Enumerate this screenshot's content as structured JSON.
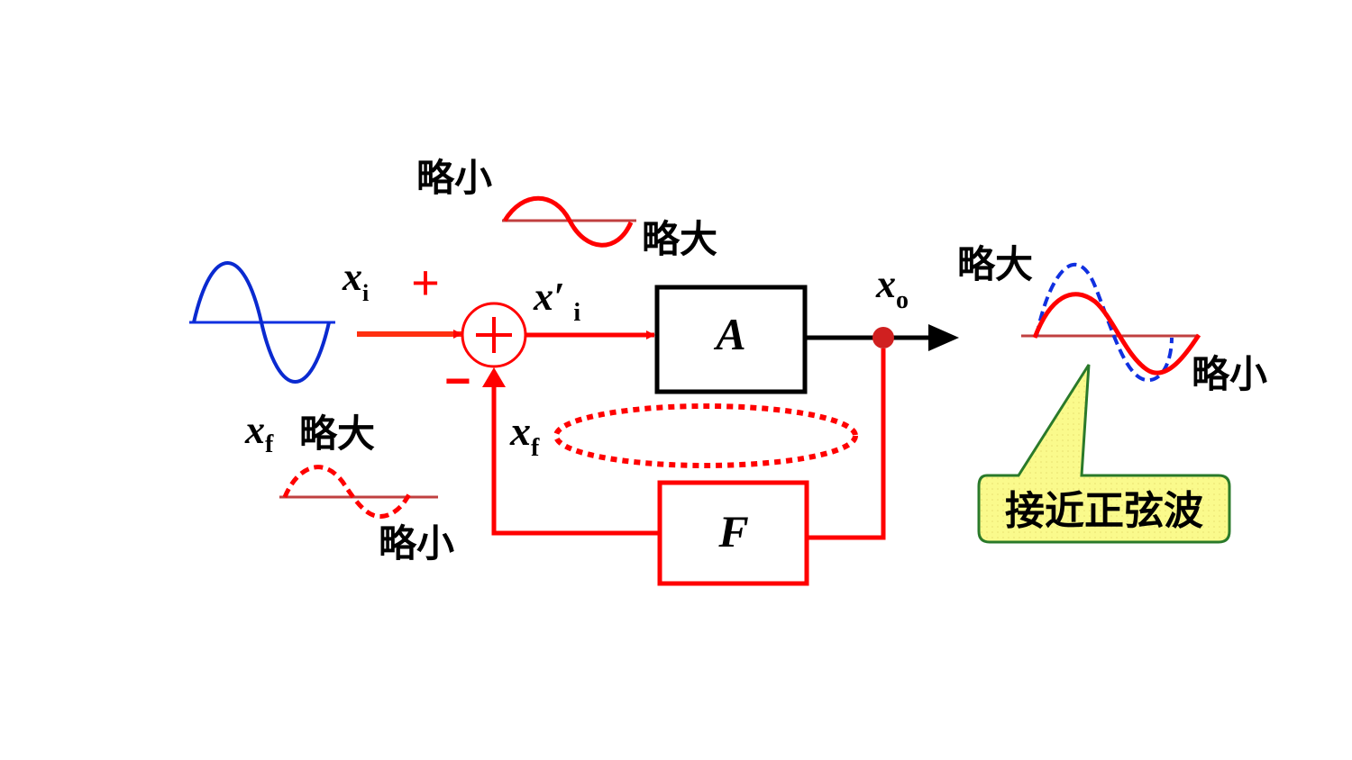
{
  "labels": {
    "input_signal": "x",
    "input_sub": "i",
    "plus_sign": "+",
    "minus_sign": "−",
    "net_input": "x′",
    "net_input_sub": "i",
    "amplifier": "A",
    "output_signal": "x",
    "output_sub": "o",
    "feedback_network": "F",
    "feedback_signal": "x",
    "feedback_sub": "f",
    "feedback_legend": "x",
    "feedback_legend_sub": "f",
    "feedback_legend_desc": "略大",
    "feedback_wave_bottom": "略小",
    "net_wave_top": "略小",
    "net_wave_right": "略大",
    "output_wave_top": "略大",
    "output_wave_right": "略小",
    "callout": "接近正弦波"
  },
  "colors": {
    "signal_path": "#ff0000",
    "input_wave": "#0a2ad0",
    "ideal_wave": "#1030e0",
    "baseline": "#c04040",
    "block_border_a": "#000000",
    "block_border_f": "#ff0000",
    "callout_fill": "#fafa8c",
    "callout_border": "#2a7a2a"
  }
}
